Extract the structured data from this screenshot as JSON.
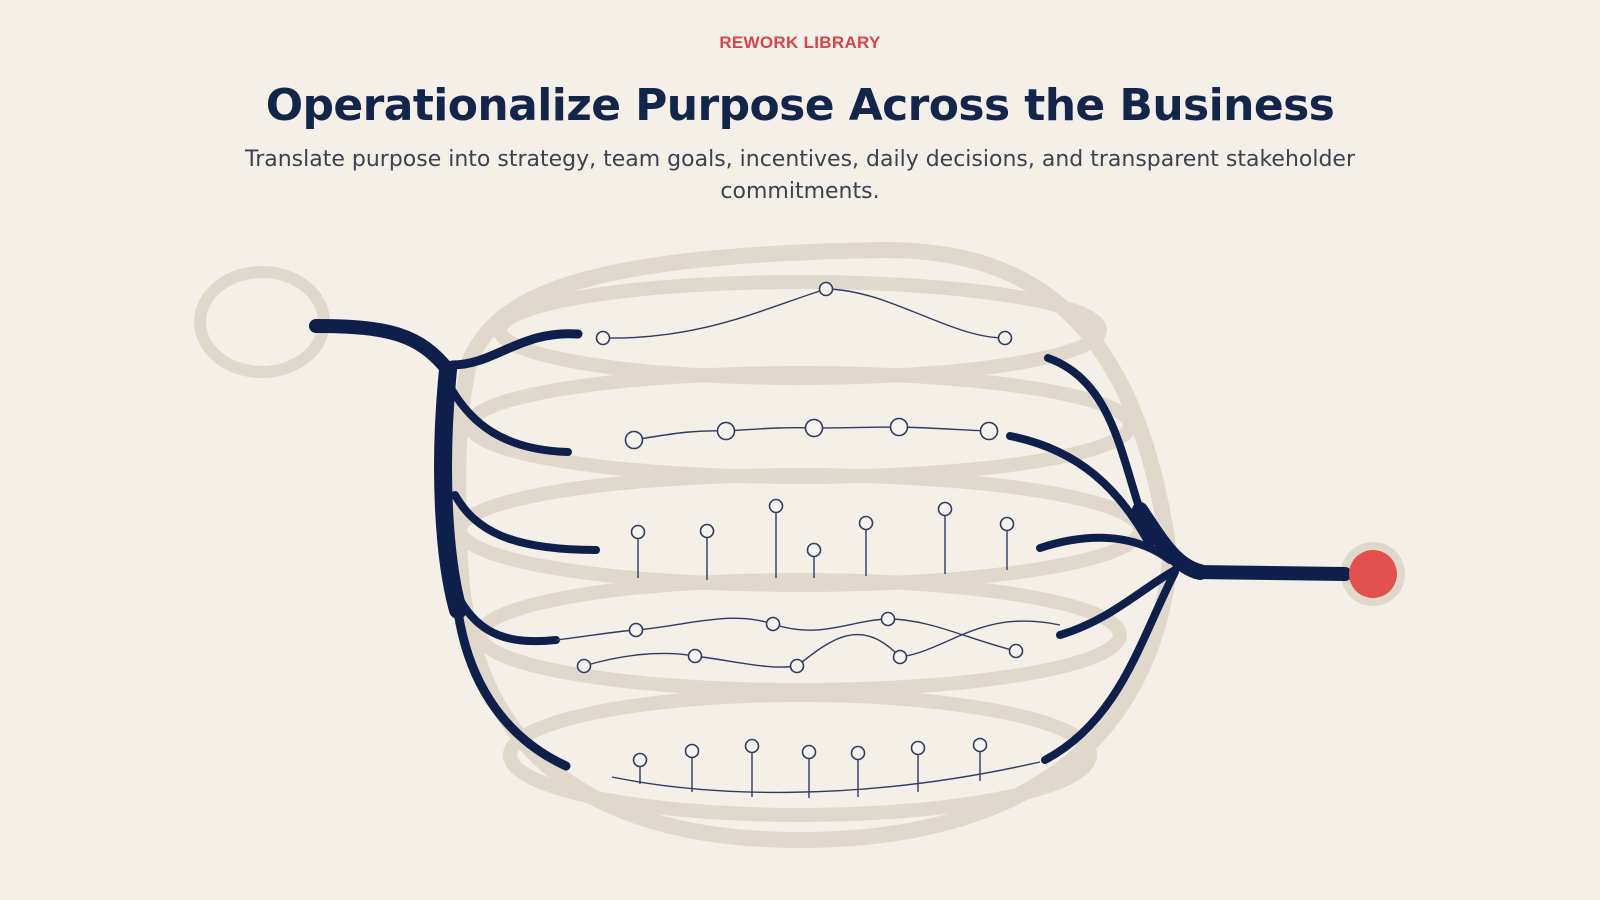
{
  "header": {
    "eyebrow": "REWORK LIBRARY",
    "title": "Operationalize Purpose Across the Business",
    "subtitle": "Translate purpose into strategy, team goals, incentives, daily decisions, and transparent stakeholder commitments."
  },
  "colors": {
    "background": "#f4f0e8",
    "eyebrow": "#d9434a",
    "title": "#13254a",
    "flow": "#0e1f4c",
    "halo": "#e0d8ca",
    "endpoint": "#e2514c"
  },
  "diagram": {
    "start": "start-ring",
    "end": "end-dot",
    "branches": [
      {
        "id": "branch-1",
        "pattern": "wave",
        "node_count": 3
      },
      {
        "id": "branch-2",
        "pattern": "chain",
        "node_count": 5
      },
      {
        "id": "branch-3",
        "pattern": "stems",
        "node_count": 7
      },
      {
        "id": "branch-4",
        "pattern": "interwoven-waves",
        "node_count": 8
      },
      {
        "id": "branch-5",
        "pattern": "baseline-stems",
        "node_count": 7
      }
    ]
  }
}
